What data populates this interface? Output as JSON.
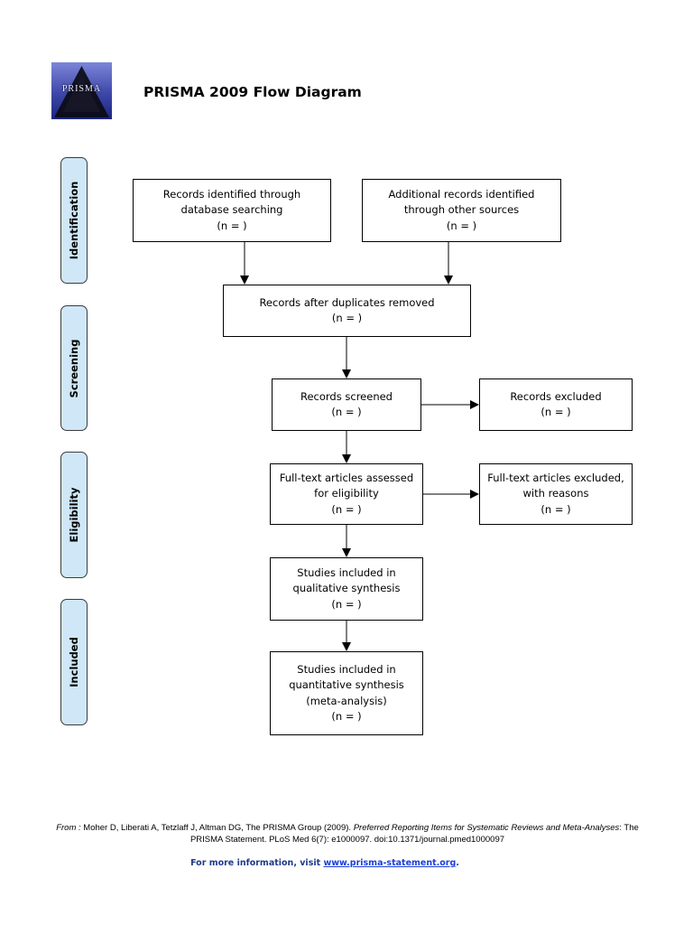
{
  "logo": {
    "text": "PRISMA"
  },
  "title": "PRISMA 2009 Flow Diagram",
  "stages": {
    "identification": "Identification",
    "screening": "Screening",
    "eligibility": "Eligibility",
    "included": "Included"
  },
  "boxes": {
    "database": {
      "line1": "Records identified through",
      "line2": "database searching",
      "count": "(n =  )"
    },
    "other": {
      "line1": "Additional records identified",
      "line2": "through other sources",
      "count": "(n =  )"
    },
    "duplicates": {
      "line1": "Records after duplicates removed",
      "count": "(n =  )"
    },
    "screened": {
      "line1": "Records screened",
      "count": "(n =  )"
    },
    "excluded": {
      "line1": "Records excluded",
      "count": "(n =  )"
    },
    "fulltext": {
      "line1": "Full-text articles assessed",
      "line2": "for eligibility",
      "count": "(n =  )"
    },
    "fulltext_excluded": {
      "line1": "Full-text articles excluded,",
      "line2": "with reasons",
      "count": "(n =  )"
    },
    "qualitative": {
      "line1": "Studies included in",
      "line2": "qualitative synthesis",
      "count": "(n =  )"
    },
    "quantitative": {
      "line1": "Studies included in",
      "line2": "quantitative synthesis",
      "line3": "(meta-analysis)",
      "count": "(n =  )"
    }
  },
  "citation": {
    "from": "From :",
    "authors": " Moher D, Liberati A, Tetzlaff J, Altman DG, The PRISMA Group (2009). ",
    "title_italic": "Preferred Reporting Items for Systematic Reviews and Meta-Analyses",
    "rest": ": The PRISMA Statement. PLoS Med 6(7): e1000097. doi:10.1371/journal.pmed1000097"
  },
  "more_info": {
    "prefix": "For more information, visit ",
    "link": "www.prisma-statement.org",
    "suffix": "."
  }
}
